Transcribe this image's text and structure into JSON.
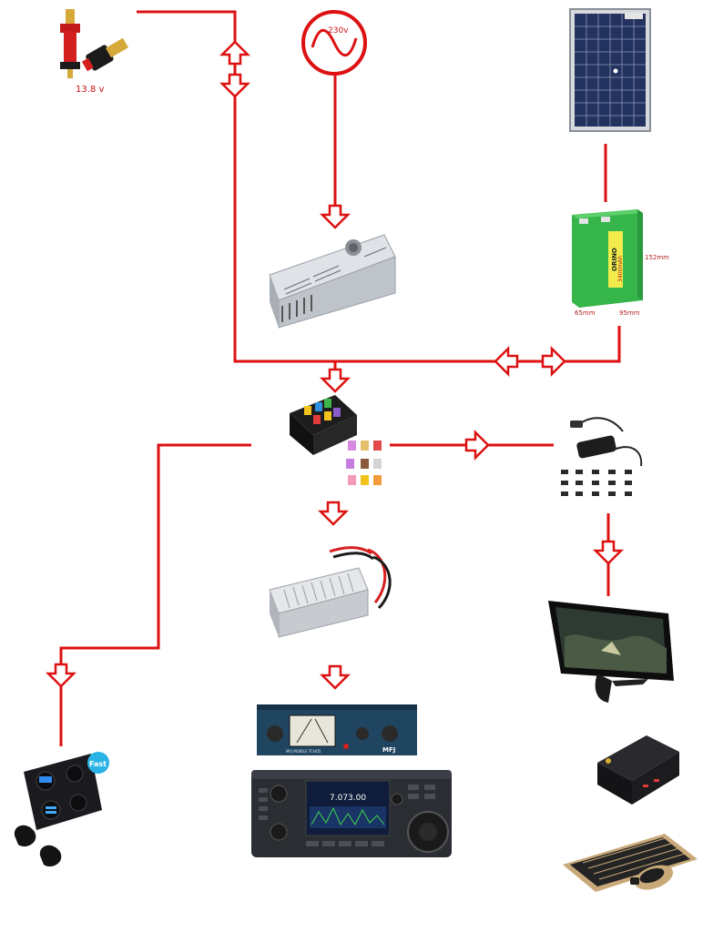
{
  "labels": {
    "terminal_voltage": "13.8 v",
    "mains_voltage": "230v",
    "battery_brand": "ORINO",
    "battery_capacity": "3400mAh",
    "battery_height": "152mm",
    "battery_depth": "65mm",
    "battery_width": "95mm",
    "display_time": "7.073.00",
    "tuner_name": "MFJ MOBILE TCHO5",
    "tuner_logo": "MFJ",
    "usb_badge": "Fast"
  },
  "colors": {
    "wire": "#dd1111",
    "arrow_fill": "#ffffff",
    "battery": "#35b54a",
    "solar_cell": "#23325e",
    "metal": "#c9cdd2",
    "radio_body": "#2a2d32"
  },
  "icons": {
    "mains": "ac-sine-icon",
    "arrow": "outline-arrow-icon"
  }
}
